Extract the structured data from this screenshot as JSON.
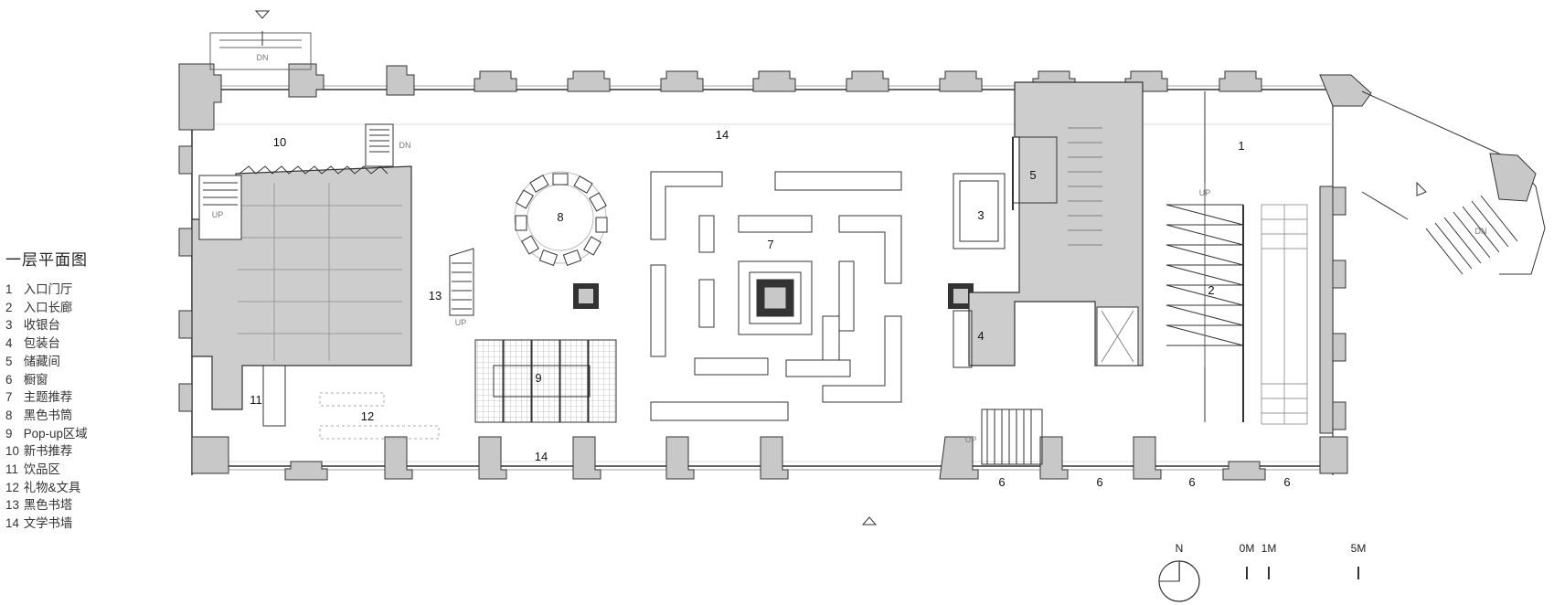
{
  "legend": {
    "title": "一层平面图",
    "items": [
      {
        "num": "1",
        "label": "入口门厅"
      },
      {
        "num": "2",
        "label": "入口长廊"
      },
      {
        "num": "3",
        "label": "收银台"
      },
      {
        "num": "4",
        "label": "包装台"
      },
      {
        "num": "5",
        "label": "储藏间"
      },
      {
        "num": "6",
        "label": "橱窗"
      },
      {
        "num": "7",
        "label": "主题推荐"
      },
      {
        "num": "8",
        "label": "黑色书筒"
      },
      {
        "num": "9",
        "label": "Pop-up区域"
      },
      {
        "num": "10",
        "label": "新书推荐"
      },
      {
        "num": "11",
        "label": "饮品区"
      },
      {
        "num": "12",
        "label": "礼物&文具"
      },
      {
        "num": "13",
        "label": "黑色书塔"
      },
      {
        "num": "14",
        "label": "文学书墙"
      }
    ]
  },
  "plan": {
    "room_labels": {
      "r1": "1",
      "r2": "2",
      "r3": "3",
      "r4": "4",
      "r5": "5",
      "r6": "6",
      "r7": "7",
      "r8": "8",
      "r9": "9",
      "r10": "10",
      "r11": "11",
      "r12": "12",
      "r13": "13",
      "r14": "14"
    },
    "stair_marks": {
      "up": "UP",
      "dn": "DN"
    }
  },
  "scale": {
    "north": "N",
    "m0": "0M",
    "m1": "1M",
    "m5": "5M"
  },
  "colors": {
    "wall_fill": "#c8c8c8",
    "core_fill": "#cdcdcd",
    "line": "#333333"
  }
}
